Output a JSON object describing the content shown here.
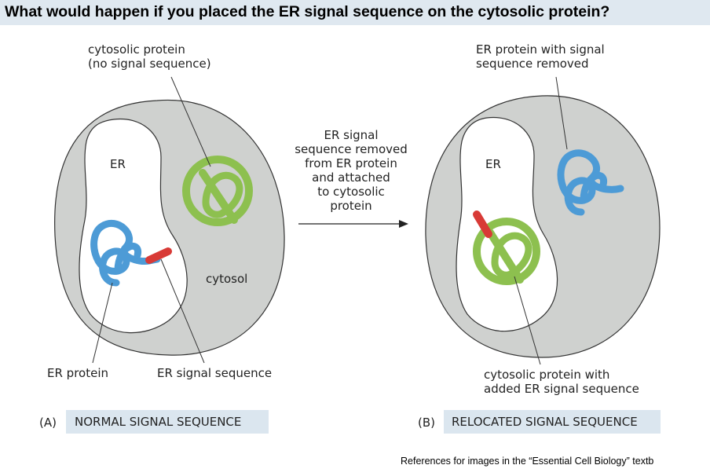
{
  "title": "What would happen if you placed the ER signal sequence on the cytosolic protein?",
  "left_panel": {
    "letter": "(A)",
    "caption": "NORMAL SIGNAL SEQUENCE",
    "compartment_er": "ER",
    "compartment_cytosol": "cytosol",
    "label_cytosolic_protein": [
      "cytosolic protein",
      "(no signal sequence)"
    ],
    "label_er_protein": "ER protein",
    "label_er_signal": "ER signal sequence"
  },
  "arrow_text": [
    "ER signal",
    "sequence removed",
    "from ER protein",
    "and attached",
    "to cytosolic",
    "protein"
  ],
  "right_panel": {
    "letter": "(B)",
    "caption": "RELOCATED SIGNAL SEQUENCE",
    "compartment_er": "ER",
    "label_er_protein_removed": [
      "ER protein with signal",
      "sequence removed"
    ],
    "label_cytosolic_added": [
      "cytosolic protein with",
      "added ER signal sequence"
    ]
  },
  "footer": "References for images in the “Essential Cell Biology” textb",
  "colors": {
    "cell": "#cfd1cf",
    "cell_outline": "#333333",
    "er_lumen": "#ffffff",
    "er_protein": "#4d9bd6",
    "cytosolic_protein": "#8dc04f",
    "signal_sequence": "#d83a36",
    "caption_box": "#dbe6ef",
    "title_bar": "#dfe8f0"
  }
}
